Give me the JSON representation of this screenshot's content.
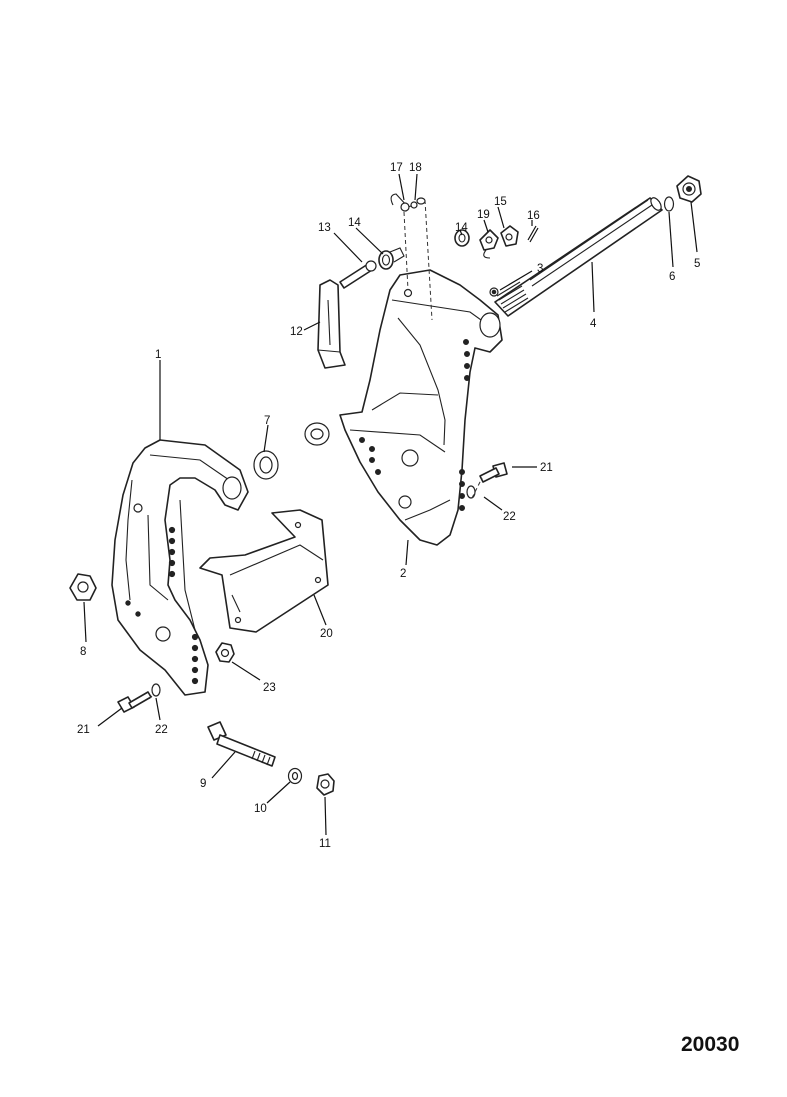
{
  "figure_number": "20030",
  "callouts": [
    {
      "id": "c1",
      "label": "1"
    },
    {
      "id": "c2",
      "label": "2"
    },
    {
      "id": "c3",
      "label": "3"
    },
    {
      "id": "c4",
      "label": "4"
    },
    {
      "id": "c5",
      "label": "5"
    },
    {
      "id": "c6",
      "label": "6"
    },
    {
      "id": "c7",
      "label": "7"
    },
    {
      "id": "c8",
      "label": "8"
    },
    {
      "id": "c9",
      "label": "9"
    },
    {
      "id": "c10",
      "label": "10"
    },
    {
      "id": "c11",
      "label": "11"
    },
    {
      "id": "c12",
      "label": "12"
    },
    {
      "id": "c13",
      "label": "13"
    },
    {
      "id": "c14a",
      "label": "14"
    },
    {
      "id": "c14b",
      "label": "14"
    },
    {
      "id": "c15",
      "label": "15"
    },
    {
      "id": "c16",
      "label": "16"
    },
    {
      "id": "c17",
      "label": "17"
    },
    {
      "id": "c18",
      "label": "18"
    },
    {
      "id": "c19",
      "label": "19"
    },
    {
      "id": "c20",
      "label": "20"
    },
    {
      "id": "c21a",
      "label": "21"
    },
    {
      "id": "c21b",
      "label": "21"
    },
    {
      "id": "c22a",
      "label": "22"
    },
    {
      "id": "c22b",
      "label": "22"
    },
    {
      "id": "c23",
      "label": "23"
    }
  ]
}
